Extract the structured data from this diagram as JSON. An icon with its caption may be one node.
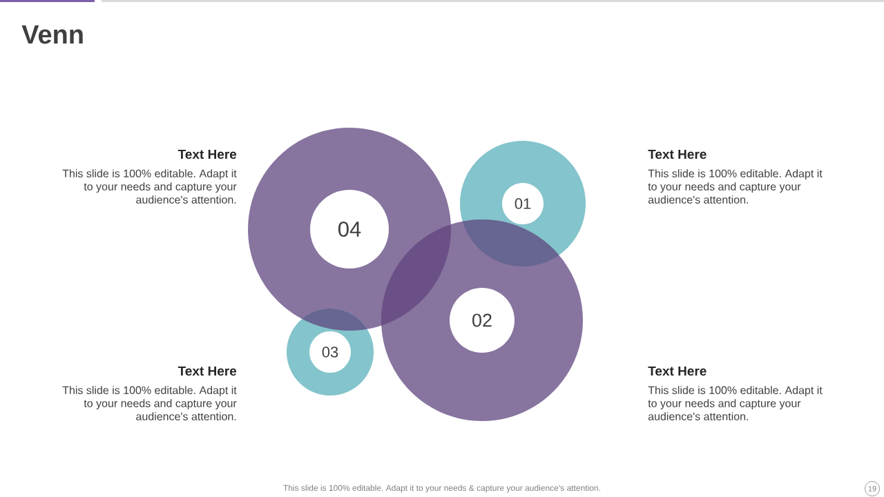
{
  "diagram": {
    "title": "Venn",
    "nodes": [
      {
        "text": [
          "04"
        ],
        "beside": [
          "Text Here",
          "This slide is 100% editable. Adapt it to your needs and capture your audience's attention."
        ]
      },
      {
        "text": [
          "01"
        ],
        "beside": [
          "Text Here",
          "This slide is 100% editable. Adapt it to your needs and capture your audience's attention."
        ]
      },
      {
        "text": [
          "02"
        ],
        "beside": [
          "Text Here",
          "This slide is 100% editable. Adapt it to your needs and capture your audience's attention."
        ]
      },
      {
        "text": [
          "03"
        ],
        "beside": [
          "Text Here",
          "This slide is 100% editable. Adapt it to your needs and capture your audience's attention."
        ]
      }
    ],
    "labels": [
      "This slide is 100% editable. Adapt it to your needs & capture your audience’s attention.",
      "19"
    ]
  }
}
